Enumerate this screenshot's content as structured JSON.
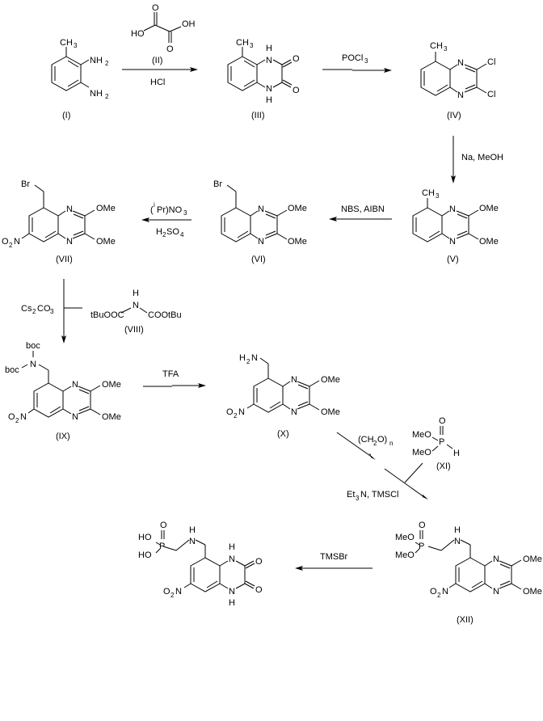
{
  "scheme": {
    "compounds": [
      {
        "id": "I",
        "label": "(I)",
        "name": "3-methylbenzene-1,2-diamine",
        "groups": {
          "top": "CH",
          "top_sub": "3",
          "a": "NH",
          "a_sub": "2",
          "b": "NH",
          "b_sub": "2"
        }
      },
      {
        "id": "II",
        "label": "(II)",
        "name": "oxalic acid",
        "groups": {
          "ho": "HO",
          "oh": "OH",
          "o1": "O",
          "o2": "O"
        }
      },
      {
        "id": "III",
        "label": "(III)",
        "name": "5-methylquinoxaline-2,3-dione",
        "groups": {
          "top": "CH",
          "top_sub": "3",
          "n1": "N",
          "h1": "H",
          "n2": "N",
          "h2": "H",
          "o1": "O",
          "o2": "O"
        }
      },
      {
        "id": "IV",
        "label": "(IV)",
        "name": "2,3-dichloro-5-methylquinoxaline",
        "groups": {
          "top": "CH",
          "top_sub": "3",
          "n1": "N",
          "n2": "N",
          "cl1": "Cl",
          "cl2": "Cl"
        }
      },
      {
        "id": "V",
        "label": "(V)",
        "name": "2,3-dimethoxy-5-methylquinoxaline",
        "groups": {
          "top": "CH",
          "top_sub": "3",
          "n1": "N",
          "n2": "N",
          "ome1": "OMe",
          "ome2": "OMe"
        }
      },
      {
        "id": "VI",
        "label": "(VI)",
        "name": "5-bromomethyl-2,3-dimethoxyquinoxaline",
        "groups": {
          "br": "Br",
          "n1": "N",
          "n2": "N",
          "ome1": "OMe",
          "ome2": "OMe"
        }
      },
      {
        "id": "VII",
        "label": "(VII)",
        "name": "5-bromomethyl-7-nitro-2,3-dimethoxyquinoxaline",
        "groups": {
          "br": "Br",
          "n1": "N",
          "n2": "N",
          "ome1": "OMe",
          "ome2": "OMe",
          "no2_a": "O",
          "no2_sub": "2",
          "no2_b": "N"
        }
      },
      {
        "id": "VIII",
        "label": "(VIII)",
        "name": "di-tert-butyl iminodicarboxylate",
        "groups": {
          "h": "H",
          "n": "N",
          "left": "tBuOOC",
          "right": "COOtBu"
        }
      },
      {
        "id": "IX",
        "label": "(IX)",
        "name": "bis-Boc aminomethyl nitroquinoxaline",
        "groups": {
          "boc1": "boc",
          "boc2": "boc",
          "n": "N",
          "n1": "N",
          "n2": "N",
          "ome1": "OMe",
          "ome2": "OMe",
          "no2_a": "O",
          "no2_sub": "2",
          "no2_b": "N"
        }
      },
      {
        "id": "X",
        "label": "(X)",
        "name": "aminomethyl nitroquinoxaline",
        "groups": {
          "h2n_a": "H",
          "h2n_sub": "2",
          "h2n_b": "N",
          "n1": "N",
          "n2": "N",
          "ome1": "OMe",
          "ome2": "OMe",
          "no2_a": "O",
          "no2_sub": "2",
          "no2_b": "N"
        }
      },
      {
        "id": "XI",
        "label": "(XI)",
        "name": "dimethyl phosphite",
        "groups": {
          "meo1": "MeO",
          "meo2": "MeO",
          "p": "P",
          "o": "O",
          "h": "H"
        }
      },
      {
        "id": "XII",
        "label": "(XII)",
        "name": "dimethyl phosphonate ester",
        "groups": {
          "meo1": "MeO",
          "meo2": "MeO",
          "p": "P",
          "o": "O",
          "h": "H",
          "n": "N",
          "n1": "N",
          "n2": "N",
          "ome1": "OMe",
          "ome2": "OMe",
          "no2_a": "O",
          "no2_sub": "2",
          "no2_b": "N"
        }
      },
      {
        "id": "final",
        "label": "",
        "name": "phosphonomethylaminomethyl nitroquinoxalinedione",
        "groups": {
          "ho1": "HO",
          "ho2": "HO",
          "p": "P",
          "o": "O",
          "h": "H",
          "n": "N",
          "n1": "N",
          "h1": "H",
          "n2": "N",
          "h2": "H",
          "o1": "O",
          "o2": "O",
          "no2_a": "O",
          "no2_sub": "2",
          "no2_b": "N"
        }
      }
    ],
    "reagents": {
      "step1_below": "HCl",
      "step2_above_a": "POCl",
      "step2_above_sub": "3",
      "step3_right": "Na, MeOH",
      "step4_above": "NBS, AIBN",
      "step5_above_a": "(",
      "step5_above_sup": "i",
      "step5_above_b": "Pr)NO",
      "step5_above_sub": "3",
      "step5_below_a": "H",
      "step5_below_sub1": "2",
      "step5_below_b": "SO",
      "step5_below_sub2": "4",
      "step6_left_a": "Cs",
      "step6_left_sub1": "2",
      "step6_left_b": "CO",
      "step6_left_sub2": "3",
      "step7_above": "TFA",
      "step8_above_a": "(CH",
      "step8_above_sub": "2",
      "step8_above_b": "O)",
      "step8_above_subn": "n",
      "step8_below_a": "Et",
      "step8_below_sub": "3",
      "step8_below_b": "N, TMSCl",
      "step9_above": "TMSBr"
    }
  }
}
